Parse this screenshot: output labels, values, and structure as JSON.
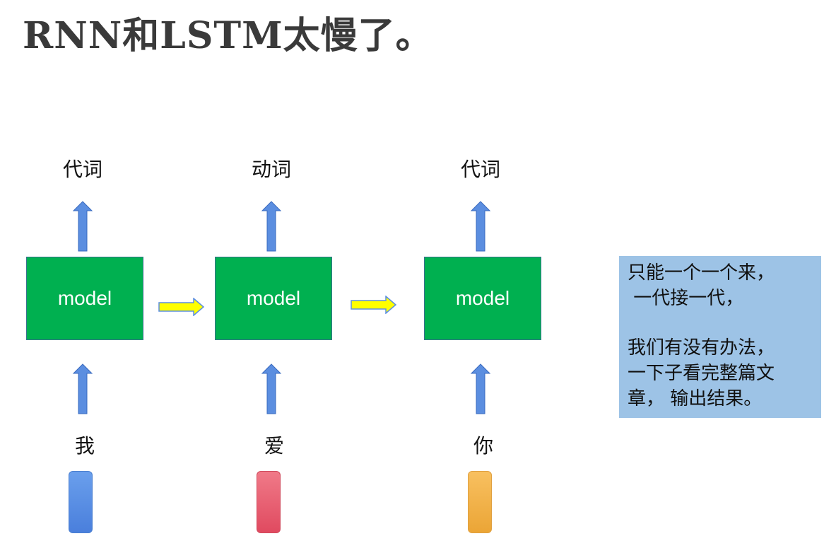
{
  "title": "RNN和LSTM太慢了。",
  "outputs": [
    "代词",
    "动词",
    "代词"
  ],
  "model_label": "model",
  "inputs": [
    "我",
    "爱",
    "你"
  ],
  "colors": {
    "model_fill": "#00b050",
    "vertical_arrow": "#5b8ee0",
    "horizontal_arrow": "#ffff00",
    "note_bg": "#9dc3e6",
    "token_blue": "#5a8ee6",
    "token_red": "#e85a6e",
    "token_orange": "#f5b041"
  },
  "note": {
    "line1": "只能一个一个来，",
    "line2": " 一代接一代，",
    "line3": "我们有没有办法，",
    "line4": "一下子看完整篇文",
    "line5": "章， 输出结果。"
  }
}
